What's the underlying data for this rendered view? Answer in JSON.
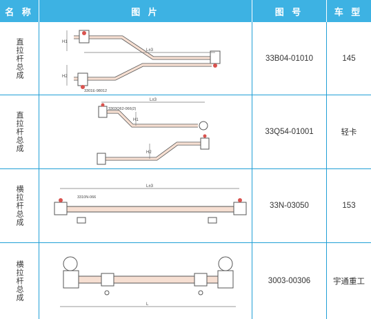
{
  "header": {
    "name": "名 称",
    "image": "图 片",
    "part_no": "图 号",
    "model": "车 型"
  },
  "rows": [
    {
      "name": "直拉杆总成",
      "part_no": "33B04-01010",
      "model": "145",
      "drawing_labels": [
        "L±3",
        "H1",
        "H2",
        "3301E-98012"
      ]
    },
    {
      "name": "直拉杆总成",
      "part_no": "33Q54-01001",
      "model": "轻卡",
      "drawing_labels": [
        "L±3",
        "3303Q62-066(2)",
        "H1",
        "H2"
      ]
    },
    {
      "name": "横拉杆总成",
      "part_no": "33N-03050",
      "model": "153",
      "drawing_labels": [
        "L±3",
        "3310N-066"
      ]
    },
    {
      "name": "横拉杆总成",
      "part_no": "3003-00306",
      "model": "宇通重工",
      "drawing_labels": [
        "L"
      ]
    }
  ],
  "colors": {
    "header_bg": "#3db2e3",
    "grid_line": "#1f9fd6",
    "text": "#333333",
    "rod_fill": "#f6dfd2",
    "drawing_line": "#555555"
  }
}
